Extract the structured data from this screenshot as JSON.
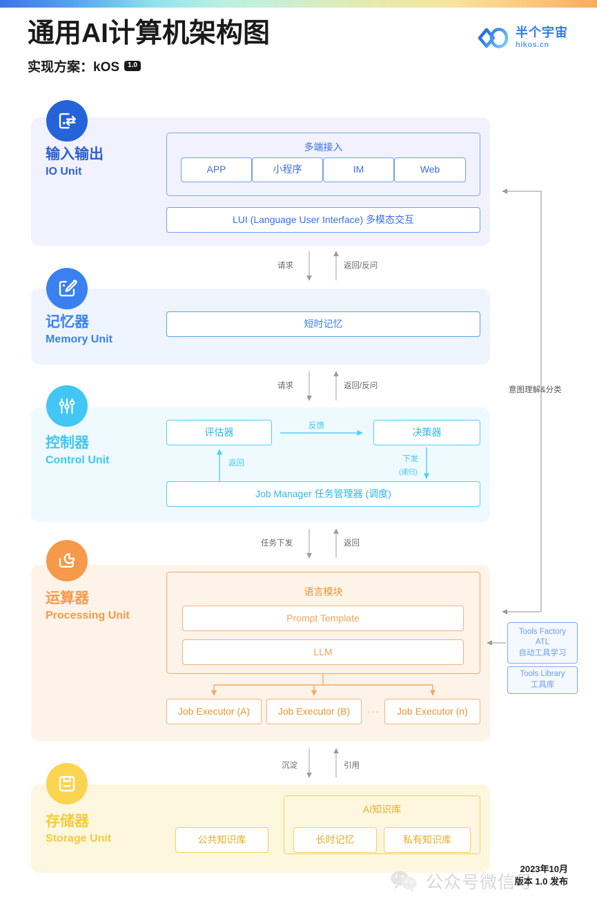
{
  "header": {
    "title": "通用AI计算机架构图",
    "subtitle": "实现方案：kOS",
    "version_badge": "1.0"
  },
  "logo": {
    "name_cn": "半个宇宙",
    "name_en": "hikos.cn",
    "icon": "infinity-logo-icon",
    "color": "#2f7ce8"
  },
  "layers": {
    "io": {
      "name_cn": "输入输出",
      "name_en": "IO Unit",
      "icon": "io-exchange-icon",
      "color": "#2563d9",
      "group_title": "多端接入",
      "chips": [
        "APP",
        "小程序",
        "IM",
        "Web"
      ],
      "lui": "LUI (Language User Interface) 多模态交互"
    },
    "memory": {
      "name_cn": "记忆器",
      "name_en": "Memory Unit",
      "icon": "memory-edit-icon",
      "color": "#3a80f0",
      "short_term": "短时记忆"
    },
    "control": {
      "name_cn": "控制器",
      "name_en": "Control Unit",
      "icon": "sliders-icon",
      "color": "#41c6f5",
      "evaluator": "评估器",
      "decider": "决策器",
      "job_manager": "Job Manager 任务管理器 (调度)",
      "arrow_feedback": "反馈",
      "arrow_return": "返回",
      "arrow_dispatch": "下发",
      "arrow_dispatch_sub": "(递归)"
    },
    "processing": {
      "name_cn": "运算器",
      "name_en": "Processing Unit",
      "icon": "processing-camera-icon",
      "color": "#f6994a",
      "group_title": "语言模块",
      "prompt_template": "Prompt Template",
      "llm": "LLM",
      "executors": [
        "Job Executor (A)",
        "Job Executor (B)",
        "Job Executor (n)"
      ],
      "executor_ellipsis": "···"
    },
    "storage": {
      "name_cn": "存储器",
      "name_en": "Storage Unit",
      "icon": "floppy-disk-icon",
      "color": "#f7c93f",
      "public_kb": "公共知识库",
      "group_title": "AI知识库",
      "long_term": "长时记忆",
      "private_kb": "私有知识库"
    }
  },
  "connectors": {
    "io_memory_down": "请求",
    "io_memory_up": "返回/反问",
    "memory_control_down": "请求",
    "memory_control_up": "返回/反问",
    "control_proc_down": "任务下发",
    "control_proc_up": "返回",
    "proc_storage_down": "沉淀",
    "proc_storage_up": "引用",
    "side_intent": "意图理解&分类"
  },
  "tools": {
    "factory_line1": "Tools Factory",
    "factory_line2": "ATL",
    "factory_line3": "自动工具学习",
    "library_line1": "Tools Library",
    "library_line2": "工具库"
  },
  "footer": {
    "date_line1": "2023年10月",
    "date_line2": "版本 1.0 发布",
    "watermark_text": "公众号微信号"
  }
}
